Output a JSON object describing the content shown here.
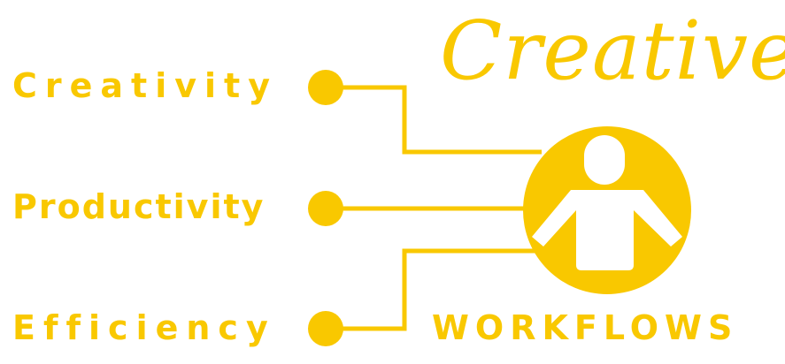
{
  "colors": {
    "accent": "#f9c800",
    "background": "#ffffff",
    "figure": "#ffffff"
  },
  "title": {
    "script_word": "Creative",
    "subtitle": "WORKFLOWS"
  },
  "inputs": [
    {
      "label": "Creativity"
    },
    {
      "label": "Productivity"
    },
    {
      "label": "Efficiency"
    }
  ],
  "hub": {
    "icon": "person-icon"
  }
}
